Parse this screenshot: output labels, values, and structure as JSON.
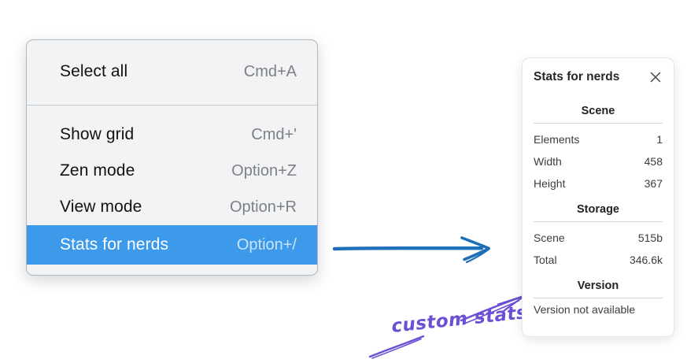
{
  "menu": {
    "groups": [
      {
        "items": [
          {
            "label": "Select all",
            "shortcut": "Cmd+A",
            "highlighted": false
          }
        ]
      },
      {
        "items": [
          {
            "label": "Show grid",
            "shortcut": "Cmd+'",
            "highlighted": false
          },
          {
            "label": "Zen mode",
            "shortcut": "Option+Z",
            "highlighted": false
          },
          {
            "label": "View mode",
            "shortcut": "Option+R",
            "highlighted": false
          },
          {
            "label": "Stats for nerds",
            "shortcut": "Option+/",
            "highlighted": true
          }
        ]
      }
    ]
  },
  "panel": {
    "title": "Stats for nerds",
    "close_icon": "x-icon",
    "sections": [
      {
        "title": "Scene",
        "rows": [
          {
            "label": "Elements",
            "value": "1"
          },
          {
            "label": "Width",
            "value": "458"
          },
          {
            "label": "Height",
            "value": "367"
          }
        ]
      },
      {
        "title": "Storage",
        "rows": [
          {
            "label": "Scene",
            "value": "515b"
          },
          {
            "label": "Total",
            "value": "346.6k"
          }
        ]
      },
      {
        "title": "Version",
        "rows": [],
        "note": "Version not available"
      }
    ]
  },
  "annotation": {
    "label": "custom stats"
  },
  "colors": {
    "highlight_blue": "#3d99ea",
    "arrow_blue": "#1e6fb8",
    "annotation_purple": "#6b4fd4",
    "box_purple": "#5f48cc",
    "menu_background": "#f2f3f4",
    "panel_background": "#ffffff"
  }
}
